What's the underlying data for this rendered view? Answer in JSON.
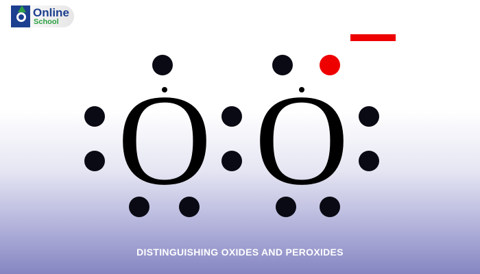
{
  "logo": {
    "line1": "Online",
    "line2": "School"
  },
  "diagram": {
    "atoms": [
      "O",
      "O"
    ],
    "charge": "−",
    "colors": {
      "electron": "#000000",
      "extra_electron": "#ee0000",
      "charge": "#ee0000"
    }
  },
  "caption": "DISTINGUISHING OXIDES AND PEROXIDES"
}
